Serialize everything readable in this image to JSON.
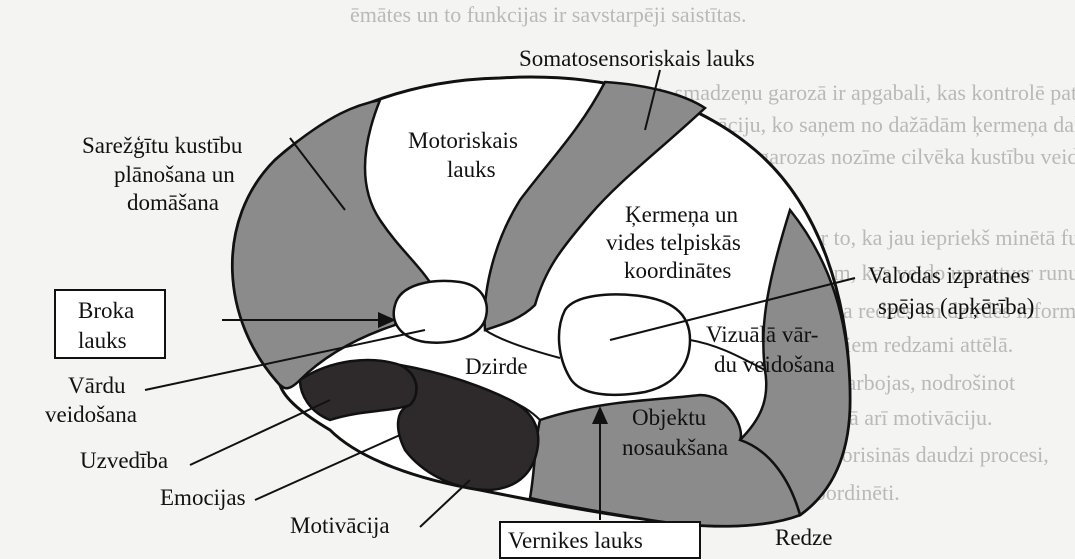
{
  "background_text_lines": [
    "ēmātes un to funkcijas ir savstarpēji saistītas.",
    "Otrkārt, smadzeņu garozā ir apgabali, kas kontrolē pats sevi, un",
    "sajūtu informāciju, ko saņem no dažādām ķermeņa daļām",
    "Sevišķi svarīga ir garozas nozīme cilvēka kustību veidošanā",
    "Vēl vēlos runāt par to, ka jau iepriekš minētā funkcijas",
    "saistīta ar apgabaliem, kas veido un uztver runu, kā arī",
    "ir vairāki apgabali, kas nodrošina redzes un dzirdes informācijas",
    "uztveršanu un apstrādi; daži no tiem redzami attēlā.",
    "Garozas apgabali savstarpēji sadarbojas, nodrošinot",
    "uzvedības un emociju kontroli, kā arī motivāciju.",
    "Cilvēka smadzenēs vienlaikus norisinās daudzi procesi,",
    "kas ir savstarpēji saistīti un koordinēti."
  ],
  "labels": {
    "somatosensory": "Somatosensoriskais lauks",
    "planning": [
      "Sarežģītu kustību",
      "plānošana un",
      "domāšana"
    ],
    "motor": [
      "Motoriskais",
      "lauks"
    ],
    "coordinates": [
      "Ķermeņa un",
      "vides telpiskās",
      "koordinātes"
    ],
    "comprehension": [
      "Valodas izpratnes",
      "spējas (apķērība)"
    ],
    "broca": [
      "Broka",
      "lauks"
    ],
    "word_formation": [
      "Vārdu",
      "veidošana"
    ],
    "hearing": "Dzirde",
    "visual_words": [
      "Vizuālā vār-",
      "du veidošana"
    ],
    "behavior": "Uzvedība",
    "emotions": "Emocijas",
    "object_naming": [
      "Objektu",
      "nosaukšana"
    ],
    "motivation": "Motivācija",
    "wernicke": "Vernikes lauks",
    "vision": "Redze"
  },
  "colors": {
    "grey_region": "#8b8b8b",
    "dark_region": "#2e2a2c",
    "outline": "#111111",
    "page": "#f4f4f2",
    "ghost_text": "#b9b9b6"
  }
}
